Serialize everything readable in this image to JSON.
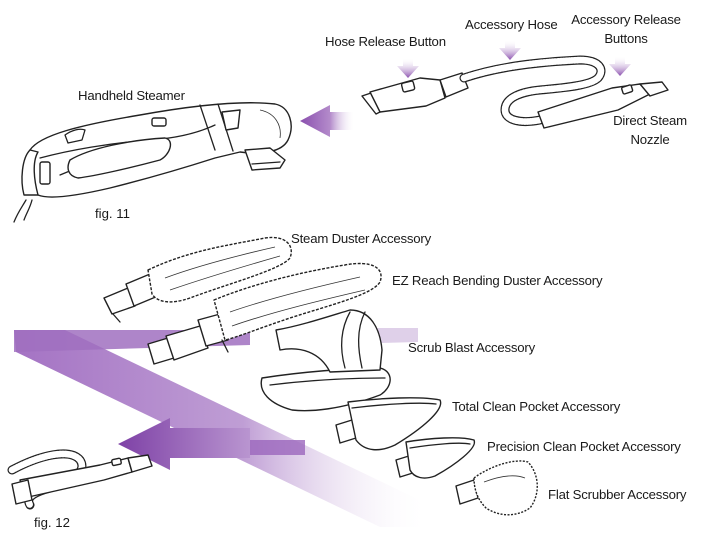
{
  "fig11": {
    "caption": "fig. 11",
    "labels": {
      "handheld_steamer": "Handheld Steamer",
      "hose_release_button": "Hose Release Button",
      "accessory_hose": "Accessory Hose",
      "accessory_release_buttons_line1": "Accessory Release",
      "accessory_release_buttons_line2": "Buttons",
      "direct_steam_nozzle_line1": "Direct Steam",
      "direct_steam_nozzle_line2": "Nozzle"
    }
  },
  "fig12": {
    "caption": "fig. 12",
    "labels": {
      "steam_duster": "Steam Duster Accessory",
      "ez_reach": "EZ Reach Bending Duster Accessory",
      "scrub_blast": "Scrub Blast Accessory",
      "total_clean_pocket": "Total Clean Pocket Accessory",
      "precision_clean_pocket": "Precision Clean Pocket Accessory",
      "flat_scrubber": "Flat Scrubber Accessory"
    }
  },
  "colors": {
    "arrow_purple": "#8a4fae",
    "arrow_light": "#cdb2de",
    "line_art": "#222222"
  }
}
